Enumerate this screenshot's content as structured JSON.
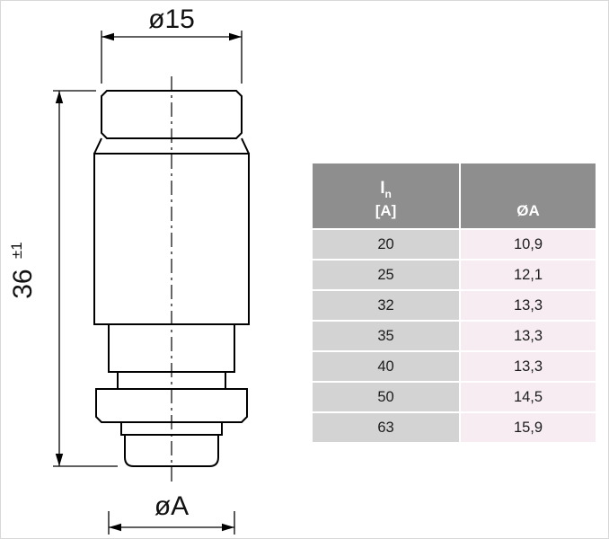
{
  "drawing": {
    "top_diameter_label": "ø15",
    "height_value": "36",
    "height_tolerance": "±1",
    "bottom_diameter_label": "øA"
  },
  "table": {
    "header": {
      "current_symbol": "I",
      "current_subscript": "n",
      "current_unit": "[A]",
      "diameter": "ØA"
    },
    "rows": [
      {
        "amps": "20",
        "diameter": "10,9"
      },
      {
        "amps": "25",
        "diameter": "12,1"
      },
      {
        "amps": "32",
        "diameter": "13,3"
      },
      {
        "amps": "35",
        "diameter": "13,3"
      },
      {
        "amps": "40",
        "diameter": "13,3"
      },
      {
        "amps": "50",
        "diameter": "14,5"
      },
      {
        "amps": "63",
        "diameter": "15,9"
      }
    ]
  },
  "colors": {
    "header_gray": "#8e8e8e",
    "cell_gray": "#d3d3d3",
    "cell_pink": "#f6ecf1",
    "line_black": "#000000",
    "header_text": "#ffffff"
  }
}
